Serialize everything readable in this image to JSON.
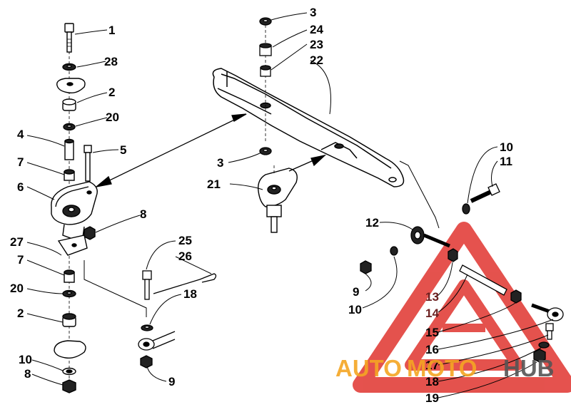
{
  "diagram": {
    "callouts": [
      {
        "id": "c-1",
        "text": "1"
      },
      {
        "id": "c-28",
        "text": "28"
      },
      {
        "id": "c-2a",
        "text": "2"
      },
      {
        "id": "c-20a",
        "text": "20"
      },
      {
        "id": "c-4",
        "text": "4"
      },
      {
        "id": "c-5",
        "text": "5"
      },
      {
        "id": "c-7a",
        "text": "7"
      },
      {
        "id": "c-6",
        "text": "6"
      },
      {
        "id": "c-8a",
        "text": "8"
      },
      {
        "id": "c-27",
        "text": "27"
      },
      {
        "id": "c-7b",
        "text": "7"
      },
      {
        "id": "c-20b",
        "text": "20"
      },
      {
        "id": "c-2b",
        "text": "2"
      },
      {
        "id": "c-10a",
        "text": "10"
      },
      {
        "id": "c-8b",
        "text": "8"
      },
      {
        "id": "c-25",
        "text": "25"
      },
      {
        "id": "c-26",
        "text": "26"
      },
      {
        "id": "c-18a",
        "text": "18"
      },
      {
        "id": "c-9a",
        "text": "9"
      },
      {
        "id": "c-3a",
        "text": "3"
      },
      {
        "id": "c-24",
        "text": "24"
      },
      {
        "id": "c-23",
        "text": "23"
      },
      {
        "id": "c-22",
        "text": "22"
      },
      {
        "id": "c-3b",
        "text": "3"
      },
      {
        "id": "c-21",
        "text": "21"
      },
      {
        "id": "c-10b",
        "text": "10"
      },
      {
        "id": "c-11",
        "text": "11"
      },
      {
        "id": "c-12",
        "text": "12"
      },
      {
        "id": "c-9b",
        "text": "9"
      },
      {
        "id": "c-10c",
        "text": "10"
      },
      {
        "id": "c-13",
        "text": "13"
      },
      {
        "id": "c-14",
        "text": "14"
      },
      {
        "id": "c-15",
        "text": "15"
      },
      {
        "id": "c-16",
        "text": "16"
      },
      {
        "id": "c-17",
        "text": "17"
      },
      {
        "id": "c-18b",
        "text": "18"
      },
      {
        "id": "c-19",
        "text": "19"
      }
    ]
  },
  "watermark": {
    "part1": "AUTO",
    "part2": "MOTO",
    "part3": "HUB",
    "color_primary": "#f5a623",
    "color_secondary": "#555555",
    "triangle_color": "#e0342f"
  }
}
